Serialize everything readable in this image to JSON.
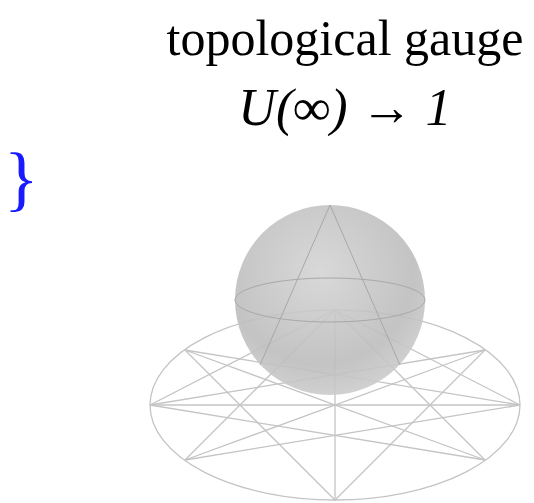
{
  "diagram": {
    "labels": [
      "topological gauge",
      "U(∞) → 1",
      "}"
    ]
  }
}
